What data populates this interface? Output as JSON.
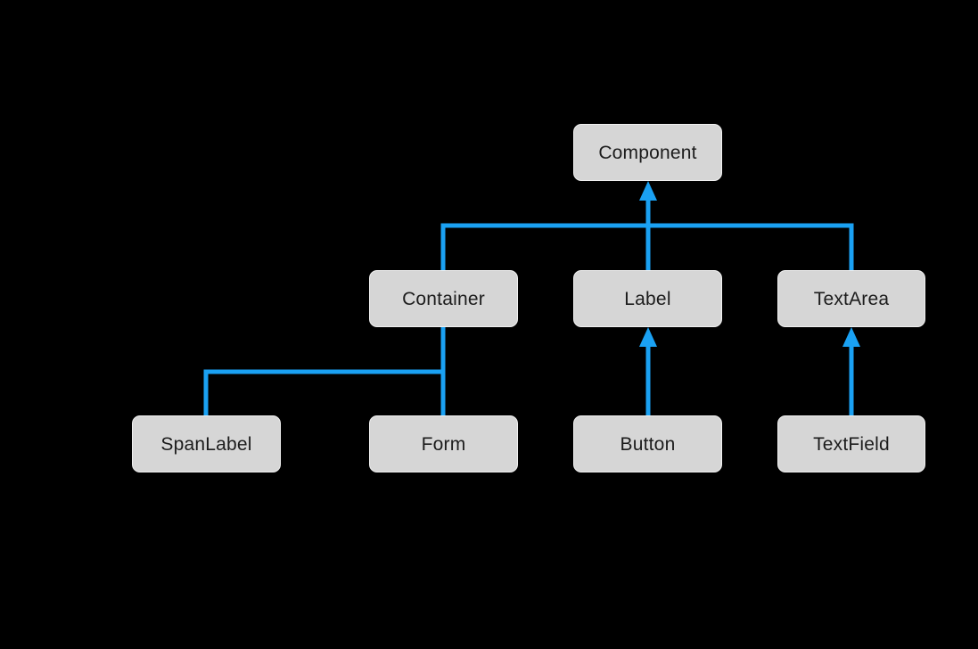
{
  "diagram": {
    "background_color": "#000000",
    "connector_color": "#1AA1F3",
    "node_fill": "#D6D6D6",
    "node_border": "#F0F0F0",
    "node_text_color": "#1C1C1C",
    "annotation_color": "#000000",
    "nodes": {
      "component": {
        "label": "Component"
      },
      "container": {
        "label": "Container"
      },
      "label": {
        "label": "Label"
      },
      "textarea": {
        "label": "TextArea"
      },
      "spanlabel": {
        "label": "SpanLabel"
      },
      "form": {
        "label": "Form"
      },
      "button": {
        "label": "Button"
      },
      "textfield": {
        "label": "TextField"
      }
    },
    "edges": [
      {
        "child": "Container",
        "parent": "Component",
        "arrowhead": true
      },
      {
        "child": "Label",
        "parent": "Component",
        "arrowhead": true
      },
      {
        "child": "TextArea",
        "parent": "Component",
        "arrowhead": true
      },
      {
        "child": "SpanLabel",
        "parent": "Container",
        "arrowhead": false
      },
      {
        "child": "Form",
        "parent": "Container",
        "arrowhead": false
      },
      {
        "child": "Button",
        "parent": "Label",
        "arrowhead": true
      },
      {
        "child": "TextField",
        "parent": "TextArea",
        "arrowhead": true
      }
    ]
  }
}
